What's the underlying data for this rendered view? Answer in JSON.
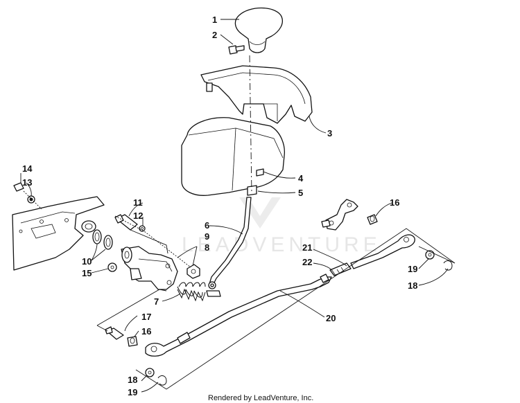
{
  "diagram": {
    "callouts": [
      {
        "id": "c1",
        "label": "1"
      },
      {
        "id": "c2",
        "label": "2"
      },
      {
        "id": "c3",
        "label": "3"
      },
      {
        "id": "c4",
        "label": "4"
      },
      {
        "id": "c5",
        "label": "5"
      },
      {
        "id": "c6",
        "label": "6"
      },
      {
        "id": "c9",
        "label": "9"
      },
      {
        "id": "c8",
        "label": "8"
      },
      {
        "id": "c7",
        "label": "7"
      },
      {
        "id": "c11",
        "label": "11"
      },
      {
        "id": "c12",
        "label": "12"
      },
      {
        "id": "c10",
        "label": "10"
      },
      {
        "id": "c15",
        "label": "15"
      },
      {
        "id": "c14",
        "label": "14"
      },
      {
        "id": "c13",
        "label": "13"
      },
      {
        "id": "c16a",
        "label": "16"
      },
      {
        "id": "c17",
        "label": "17"
      },
      {
        "id": "c16b",
        "label": "16"
      },
      {
        "id": "c18a",
        "label": "18"
      },
      {
        "id": "c19a",
        "label": "19"
      },
      {
        "id": "c19b",
        "label": "19"
      },
      {
        "id": "c18b",
        "label": "18"
      },
      {
        "id": "c20",
        "label": "20"
      },
      {
        "id": "c21",
        "label": "21"
      },
      {
        "id": "c22",
        "label": "22"
      }
    ],
    "watermark": "LEADVENTURE",
    "footer": "Rendered by LeadVenture, Inc."
  }
}
